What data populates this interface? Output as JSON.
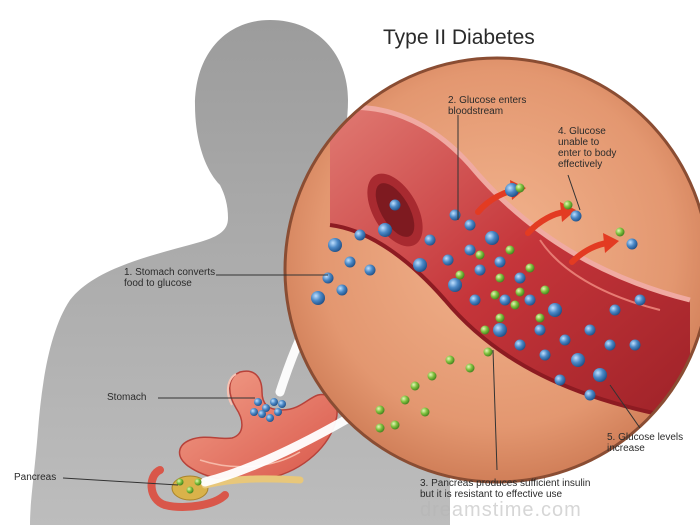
{
  "title": "Type II Diabetes",
  "labels": {
    "stomach_converts": "1. Stomach converts\nfood to glucose",
    "glucose_enters": "2. Glucose enters\nbloodstream",
    "pancreas_produces": "3. Pancreas produces sufficient insulin\nbut it is resistant to effective use",
    "glucose_unable": "4. Glucose\nunable to\nenter to body\neffectively",
    "glucose_levels": "5. Glucose levels\nincrease",
    "stomach": "Stomach",
    "pancreas": "Pancreas"
  },
  "watermark": "dreamstime.com",
  "colors": {
    "silhouette": "#a9a9a9",
    "zoom_background": "#e7a07a",
    "blood_vessel": "#c8383c",
    "glucose_molecule": "#3f7dbc",
    "insulin_molecule": "#79bd3f",
    "arrow_red": "#e33b22",
    "arrow_white": "#ffffff"
  }
}
